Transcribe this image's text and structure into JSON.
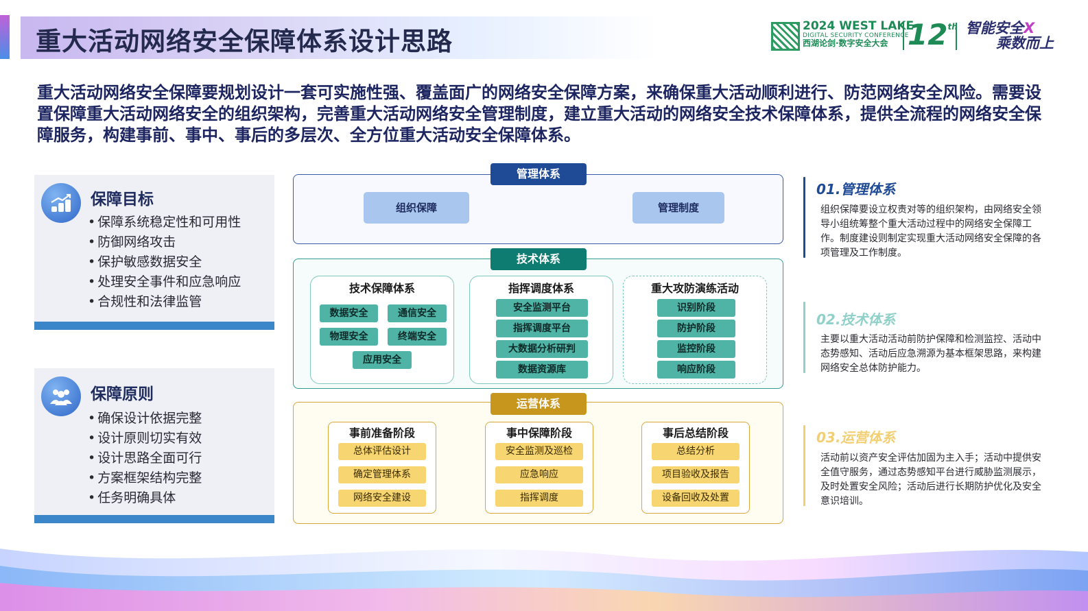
{
  "header": {
    "title": "重大活动网络安全保障体系设计思路",
    "logo_conf_line1": "2024 WEST LAKE",
    "logo_conf_line2": "DIGITAL SECURITY CONFERENCE",
    "logo_conf_line3": "西湖论剑·数字安全大会",
    "logo_edition": "12",
    "logo_edition_sup": "th",
    "logo_slogan_line1": "智能安全",
    "logo_slogan_x": "X",
    "logo_slogan_line2": "乘数而上"
  },
  "intro": "重大活动网络安全保障要规划设计一套可实施性强、覆盖面广的网络安全保障方案，来确保重大活动顺利进行、防范网络安全风险。需要设置保障重大活动网络安全的组织架构，完善重大活动网络安全管理制度，建立重大活动的网络安全技术保障体系，提供全流程的网络安全保障服务，构建事前、事中、事后的多层次、全方位重大活动安全保障体系。",
  "cards": [
    {
      "title": "保障目标",
      "icon": "coins-growth-icon",
      "items": [
        "保障系统稳定性和可用性",
        "防御网络攻击",
        "保护敏感数据安全",
        "处理安全事件和应急响应",
        "合规性和法律监管"
      ]
    },
    {
      "title": "保障原则",
      "icon": "team-people-icon",
      "items": [
        "确保设计依据完整",
        "设计原则切实有效",
        "设计思路全面可行",
        "方案框架结构完整",
        "任务明确具体"
      ]
    }
  ],
  "diagram": {
    "management": {
      "label": "管理体系",
      "boxes": [
        "组织保障",
        "管理制度"
      ]
    },
    "technology": {
      "label": "技术体系",
      "groups": [
        {
          "title": "技术保障体系",
          "items": [
            "数据安全",
            "通信安全",
            "物理安全",
            "终端安全",
            "应用安全"
          ]
        },
        {
          "title": "指挥调度体系",
          "items": [
            "安全监测平台",
            "指挥调度平台",
            "大数据分析研判",
            "数据资源库"
          ]
        },
        {
          "title": "重大攻防演练活动",
          "items": [
            "识别阶段",
            "防护阶段",
            "监控阶段",
            "响应阶段"
          ]
        }
      ]
    },
    "operations": {
      "label": "运营体系",
      "groups": [
        {
          "title": "事前准备阶段",
          "items": [
            "总体评估设计",
            "确定管理体系",
            "网络安全建设"
          ]
        },
        {
          "title": "事中保障阶段",
          "items": [
            "安全监测及巡检",
            "应急响应",
            "指挥调度"
          ]
        },
        {
          "title": "事后总结阶段",
          "items": [
            "总结分析",
            "项目验收及报告",
            "设备回收及处置"
          ]
        }
      ]
    }
  },
  "descriptions": [
    {
      "heading": "01.管理体系",
      "color": "#1f4a96",
      "text": "组织保障要设立权责对等的组织架构，由网络安全领导小组统筹整个重大活动过程中的网络安全保障工作。制度建设则制定实现重大活动网络安全保障的各项管理及工作制度。"
    },
    {
      "heading": "02.技术体系",
      "color": "#8fd0c8",
      "text": "主要以重大活动活动前防护保障和检测监控、活动中态势感知、活动后应急溯源为基本框架思路，来构建网络安全总体防护能力。"
    },
    {
      "heading": "03.运营体系",
      "color": "#f2cf73",
      "text": "活动前以资产安全评估加固为主入手；活动中提供安全值守服务，通过态势感知平台进行威胁监测展示，及时处置安全风险；活动后进行长期防护优化及安全意识培训。"
    }
  ]
}
